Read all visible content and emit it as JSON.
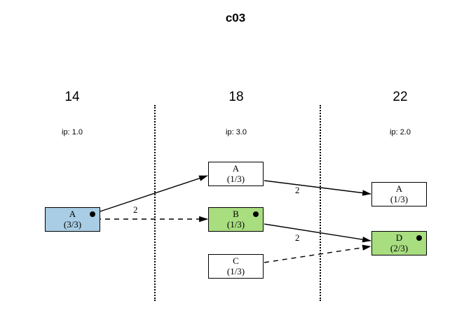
{
  "title": "c03",
  "colors": {
    "blue_node": "#a8cde4",
    "green_node": "#a8dd80",
    "white_node": "#ffffff",
    "stroke": "#000000",
    "background": "#ffffff"
  },
  "columns": [
    {
      "header": "14",
      "ip": "ip: 1.0"
    },
    {
      "header": "18",
      "ip": "ip: 3.0"
    },
    {
      "header": "22",
      "ip": "ip: 2.0"
    }
  ],
  "nodes": [
    {
      "id": "n0",
      "label": "A",
      "fraction": "(3/3)",
      "fill": "blue",
      "dot": true,
      "column": 0
    },
    {
      "id": "n1",
      "label": "A",
      "fraction": "(1/3)",
      "fill": "white",
      "dot": false,
      "column": 1
    },
    {
      "id": "n2",
      "label": "B",
      "fraction": "(1/3)",
      "fill": "green",
      "dot": true,
      "column": 1
    },
    {
      "id": "n3",
      "label": "C",
      "fraction": "(1/3)",
      "fill": "white",
      "dot": false,
      "column": 1
    },
    {
      "id": "n4",
      "label": "A",
      "fraction": "(1/3)",
      "fill": "white",
      "dot": false,
      "column": 2
    },
    {
      "id": "n5",
      "label": "D",
      "fraction": "(2/3)",
      "fill": "green",
      "dot": true,
      "column": 2
    }
  ],
  "edges": [
    {
      "id": "e0",
      "from": "n0",
      "to": "n1",
      "style": "solid",
      "label": "2"
    },
    {
      "id": "e1",
      "from": "n0",
      "to": "n2",
      "style": "dashed",
      "label": ""
    },
    {
      "id": "e2",
      "from": "n1",
      "to": "n4",
      "style": "solid",
      "label": "2"
    },
    {
      "id": "e3",
      "from": "n2",
      "to": "n5",
      "style": "solid",
      "label": "2"
    },
    {
      "id": "e4",
      "from": "n3",
      "to": "n5",
      "style": "dashed",
      "label": ""
    }
  ]
}
